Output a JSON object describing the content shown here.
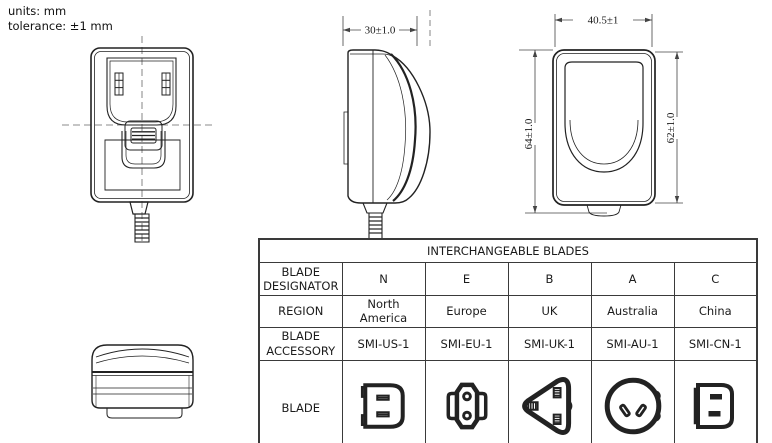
{
  "notes": {
    "units": "units: mm",
    "tolerance": "tolerance: ±1 mm"
  },
  "dimensions": {
    "side_view_width": "30±1.0",
    "rear_view_width": "40.5±1",
    "rear_view_height_left": "64±1.0",
    "rear_view_height_right": "62±1.0"
  },
  "blades_table": {
    "title": "INTERCHANGEABLE BLADES",
    "row_labels": [
      "BLADE DESIGNATOR",
      "REGION",
      "BLADE ACCESSORY",
      "BLADE"
    ],
    "columns": [
      {
        "designator": "N",
        "region": "North America",
        "accessory": "SMI-US-1",
        "icon": "us-plug-icon"
      },
      {
        "designator": "E",
        "region": "Europe",
        "accessory": "SMI-EU-1",
        "icon": "eu-plug-icon"
      },
      {
        "designator": "B",
        "region": "UK",
        "accessory": "SMI-UK-1",
        "icon": "uk-plug-icon"
      },
      {
        "designator": "A",
        "region": "Australia",
        "accessory": "SMI-AU-1",
        "icon": "au-plug-icon"
      },
      {
        "designator": "C",
        "region": "China",
        "accessory": "SMI-CN-1",
        "icon": "cn-plug-icon"
      }
    ]
  },
  "colors": {
    "line": "#222222",
    "dim_line": "#444444",
    "text": "#1a1a1a",
    "background": "#ffffff"
  }
}
